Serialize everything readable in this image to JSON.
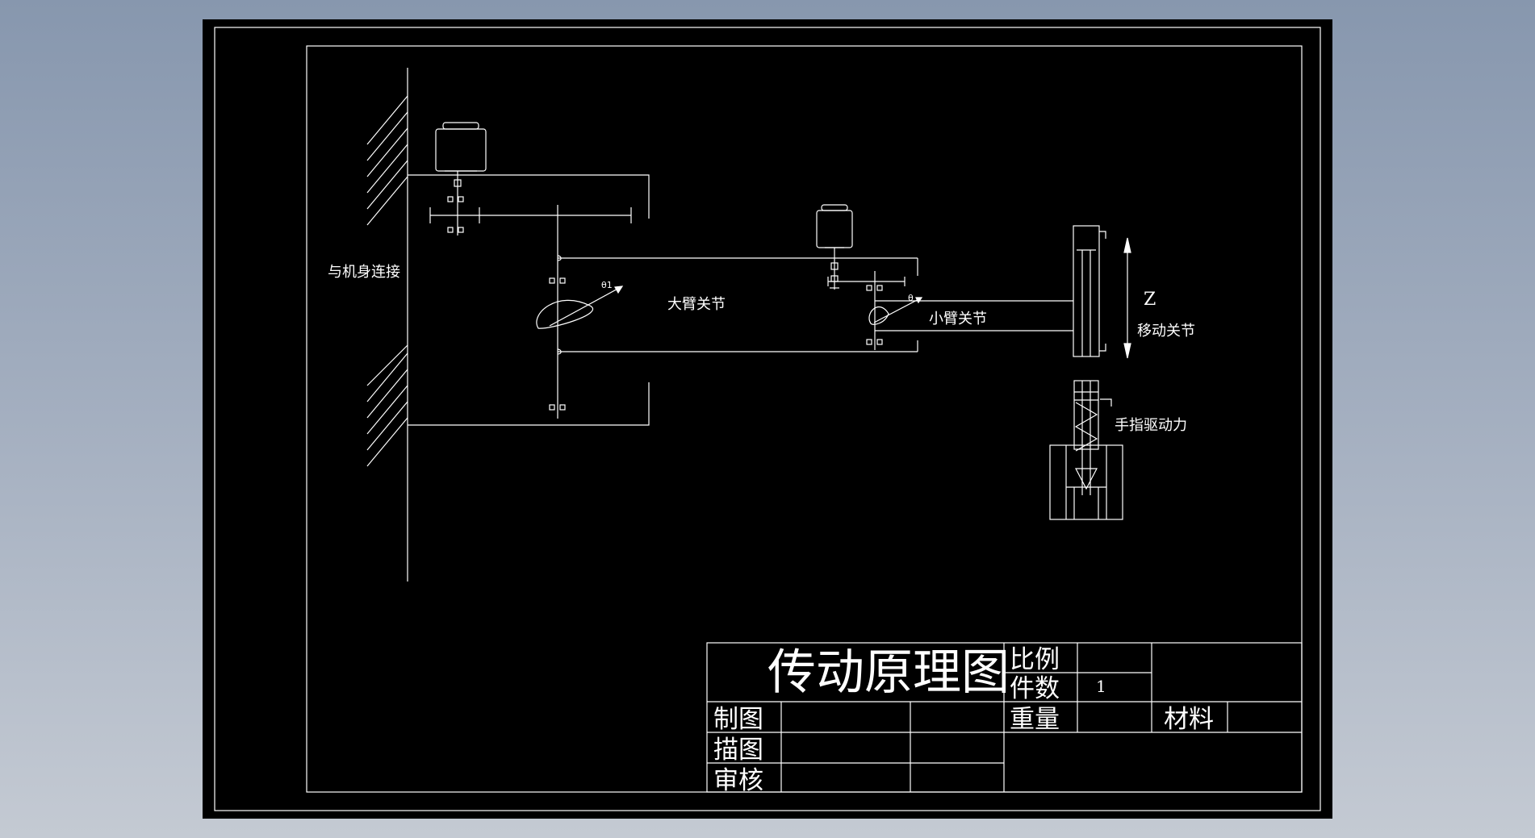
{
  "drawing": {
    "labels": {
      "body_connection": "与机身连接",
      "big_arm_joint": "大臂关节",
      "small_arm_joint": "小臂关节",
      "move_joint": "移动关节",
      "finger_drive": "手指驱动力",
      "z_axis": "Z",
      "theta1": "θ1",
      "theta2": "θ"
    }
  },
  "title_block": {
    "title": "传动原理图",
    "scale_label": "比例",
    "count_label": "件数",
    "count_value": "1",
    "weight_label": "重量",
    "material_label": "材料",
    "drawn_by_label": "制图",
    "traced_by_label": "描图",
    "checked_by_label": "审核"
  }
}
